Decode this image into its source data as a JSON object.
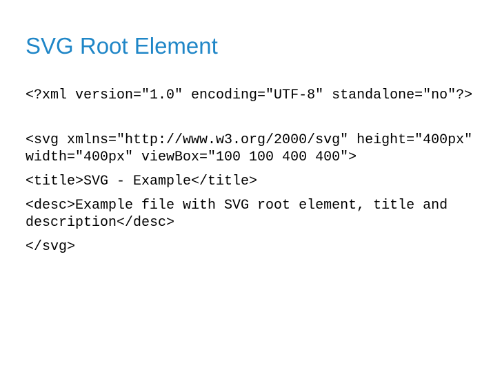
{
  "slide": {
    "title": "SVG Root Element",
    "code_lines": [
      "<?xml version=\"1.0\" encoding=\"UTF-8\" standalone=\"no\"?>",
      "<svg  xmlns=\"http://www.w3.org/2000/svg\" height=\"400px\" width=\"400px\" viewBox=\"100 100 400 400\">",
      "<title>SVG - Example</title>",
      "<desc>Example file with SVG root element, title and description</desc>",
      "</svg>"
    ]
  },
  "colors": {
    "title": "#1f86c7",
    "text": "#000000",
    "background": "#ffffff"
  }
}
